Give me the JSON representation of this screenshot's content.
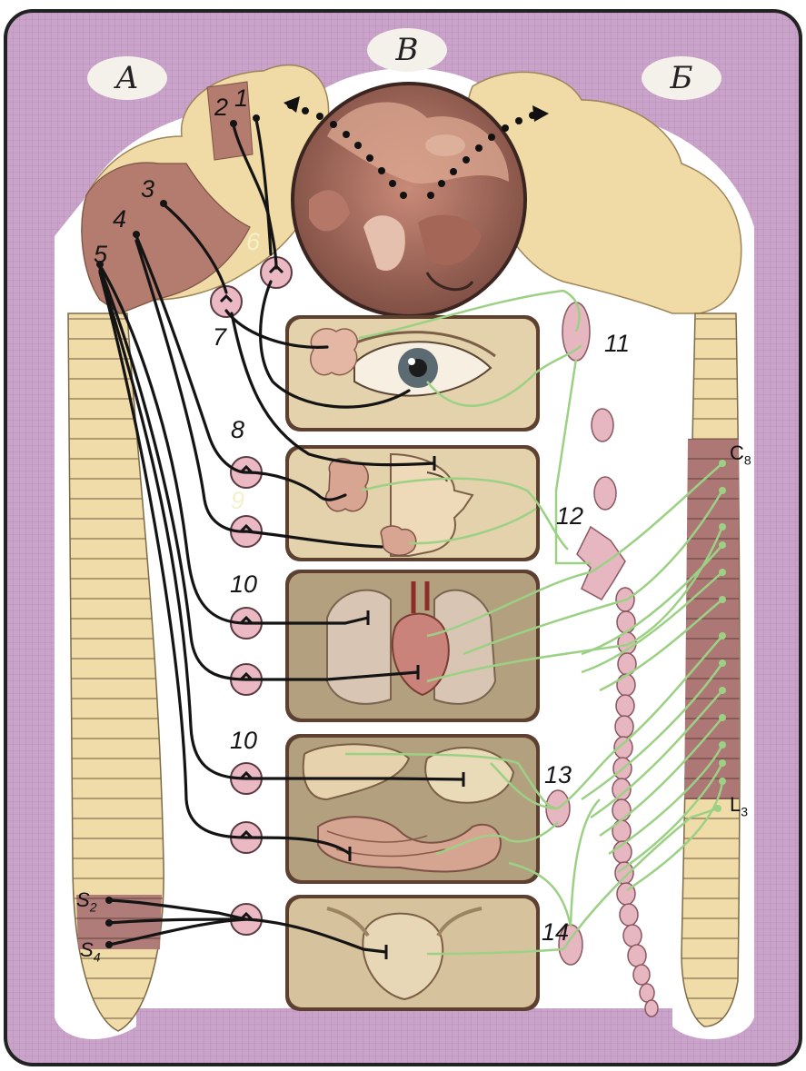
{
  "regions": {
    "a": "А",
    "b": "Б",
    "v": "В"
  },
  "markers": {
    "n1": "1",
    "n2": "2",
    "n3": "3",
    "n4": "4",
    "n5": "5",
    "n6": "6",
    "n7": "7",
    "n8": "8",
    "n9": "9",
    "n10a": "10",
    "n10b": "10",
    "n11": "11",
    "n12": "12",
    "n13": "13",
    "n14": "14"
  },
  "segments": {
    "c8_letter": "C",
    "c8_sub": "8",
    "l3_letter": "L",
    "l3_sub": "3",
    "s2_letter": "S",
    "s2_sub": "2",
    "s4_letter": "S",
    "s4_sub": "4"
  },
  "colors": {
    "frame_background": "#c9a2c8",
    "panel_background": "#ffffff",
    "brain_tissue": "#f0dba6",
    "parasympathetic_zone": "#b47c6e",
    "parasympathetic_fiber": "#141414",
    "sympathetic_fiber": "#9cd185",
    "ganglion": "#ebb9c4",
    "organ_panel": "#d8c8a3"
  }
}
